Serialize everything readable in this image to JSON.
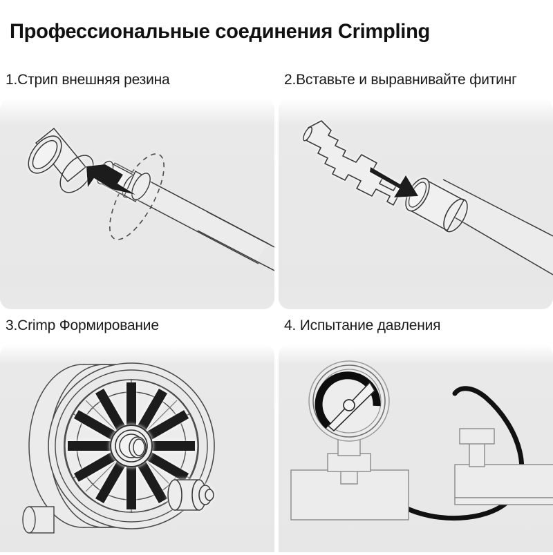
{
  "title": "Профессиональные соединения Crimpling",
  "colors": {
    "background": "#ffffff",
    "panel_fill": "#e8e8e8",
    "line": "#3a3a3a",
    "arrow": "#1c1c1c",
    "text": "#111111"
  },
  "steps": [
    {
      "number": "1",
      "label": "1.Стрип внешняя резина",
      "illustration": "hose-with-rubber-sleeve-removed",
      "elements": [
        "rubber-sleeve-cylinder",
        "hose-diagonal",
        "dashed-cut-ellipse",
        "arrow-up-left"
      ]
    },
    {
      "number": "2",
      "label": "2.Вставьте и выравнивайте фитинг",
      "illustration": "fitting-inserted-into-hose",
      "elements": [
        "stepped-fitting",
        "hose-with-ferrule",
        "arrow-down-right"
      ]
    },
    {
      "number": "3",
      "label": "3.Crimp Формирование",
      "illustration": "crimping-die-head-front-view",
      "elements": [
        "crimper-body",
        "die-segments",
        "center-ferrule-hub",
        "radial-arrows-12",
        "side-knob"
      ]
    },
    {
      "number": "4",
      "label": "4. Испытание давления",
      "illustration": "pressure-test-rig",
      "elements": [
        "pressure-gauge",
        "gauge-dial-needle",
        "gauge-base-block",
        "test-hose-black",
        "right-block",
        "right-fitting"
      ]
    }
  ]
}
